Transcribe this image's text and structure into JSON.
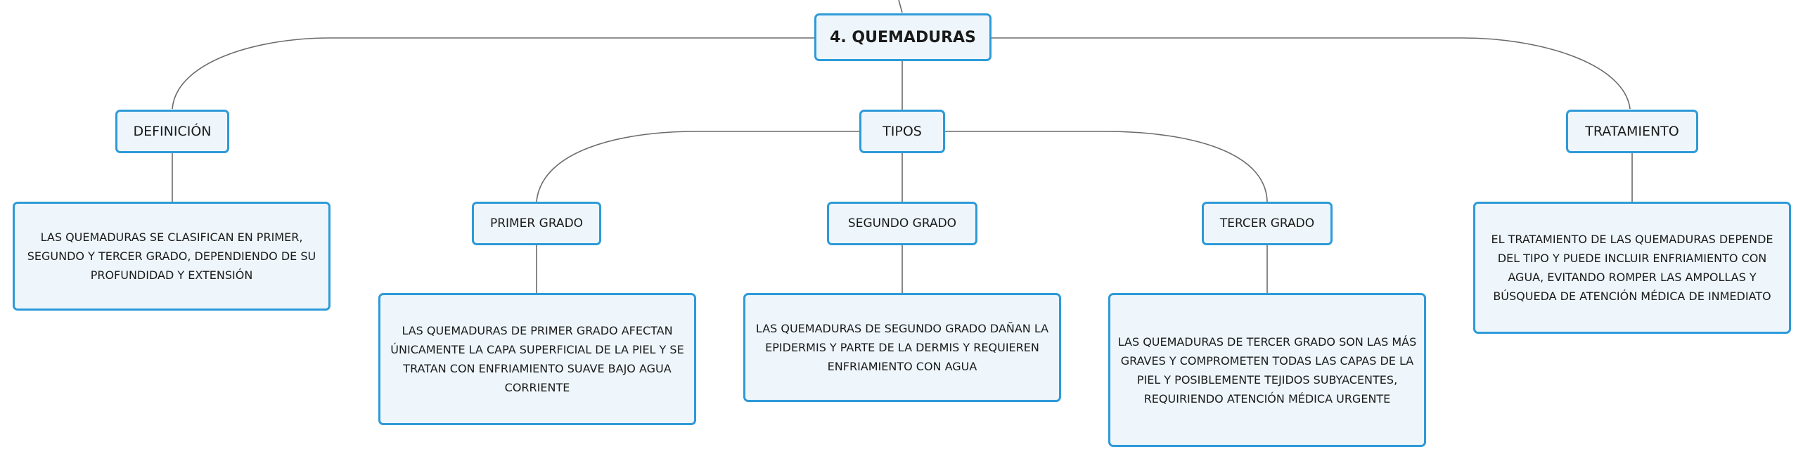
{
  "diagram": {
    "root": {
      "label": "4. QUEMADURAS"
    },
    "definicion": {
      "label": "DEFINICIÓN",
      "description": "LAS QUEMADURAS SE CLASIFICAN EN PRIMER, SEGUNDO Y TERCER GRADO, DEPENDIENDO DE SU PROFUNDIDAD Y EXTENSIÓN"
    },
    "tipos": {
      "label": "TIPOS",
      "primer": {
        "label": "PRIMER GRADO",
        "description": "LAS QUEMADURAS DE PRIMER GRADO AFECTAN ÚNICAMENTE LA CAPA SUPERFICIAL DE LA PIEL Y SE TRATAN CON ENFRIAMIENTO SUAVE BAJO AGUA CORRIENTE"
      },
      "segundo": {
        "label": "SEGUNDO GRADO",
        "description": "LAS QUEMADURAS DE SEGUNDO GRADO DAÑAN LA EPIDERMIS Y PARTE DE LA DERMIS Y REQUIEREN ENFRIAMIENTO CON AGUA"
      },
      "tercer": {
        "label": "TERCER GRADO",
        "description": "LAS QUEMADURAS DE TERCER GRADO SON LAS MÁS GRAVES Y COMPROMETEN TODAS LAS CAPAS DE LA PIEL Y POSIBLEMENTE TEJIDOS SUBYACENTES, REQUIRIENDO ATENCIÓN MÉDICA URGENTE"
      }
    },
    "tratamiento": {
      "label": "TRATAMIENTO",
      "description": "EL TRATAMIENTO DE LAS QUEMADURAS DEPENDE DEL TIPO Y PUEDE INCLUIR ENFRIAMIENTO CON AGUA, EVITANDO ROMPER LAS AMPOLLAS Y BÚSQUEDA DE ATENCIÓN MÉDICA DE INMEDIATO"
    }
  },
  "colors": {
    "node_border": "#2d9ad8",
    "node_fill": "#eef6fc",
    "connector": "#6b6b6b"
  }
}
